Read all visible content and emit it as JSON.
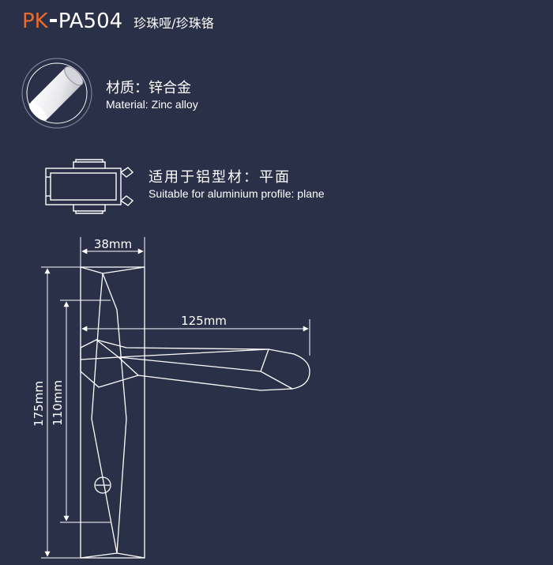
{
  "header": {
    "model_prefix": "PK",
    "model_code": "PA504",
    "finish": "珍珠哑/珍珠铬"
  },
  "material": {
    "label_cn": "材质：锌合金",
    "label_en": "Material: Zinc alloy",
    "icon": "zinc-rod-icon"
  },
  "profile": {
    "label_cn": "适用于铝型材：平面",
    "label_en": "Suitable for aluminium profile: plane",
    "icon": "aluminium-profile-icon"
  },
  "dimensions": {
    "width": "38mm",
    "lever_length": "125mm",
    "total_height": "175mm",
    "hole_distance": "110mm"
  },
  "colors": {
    "background": "#2b3049",
    "accent": "#ea6a2a",
    "line": "#ffffff"
  }
}
